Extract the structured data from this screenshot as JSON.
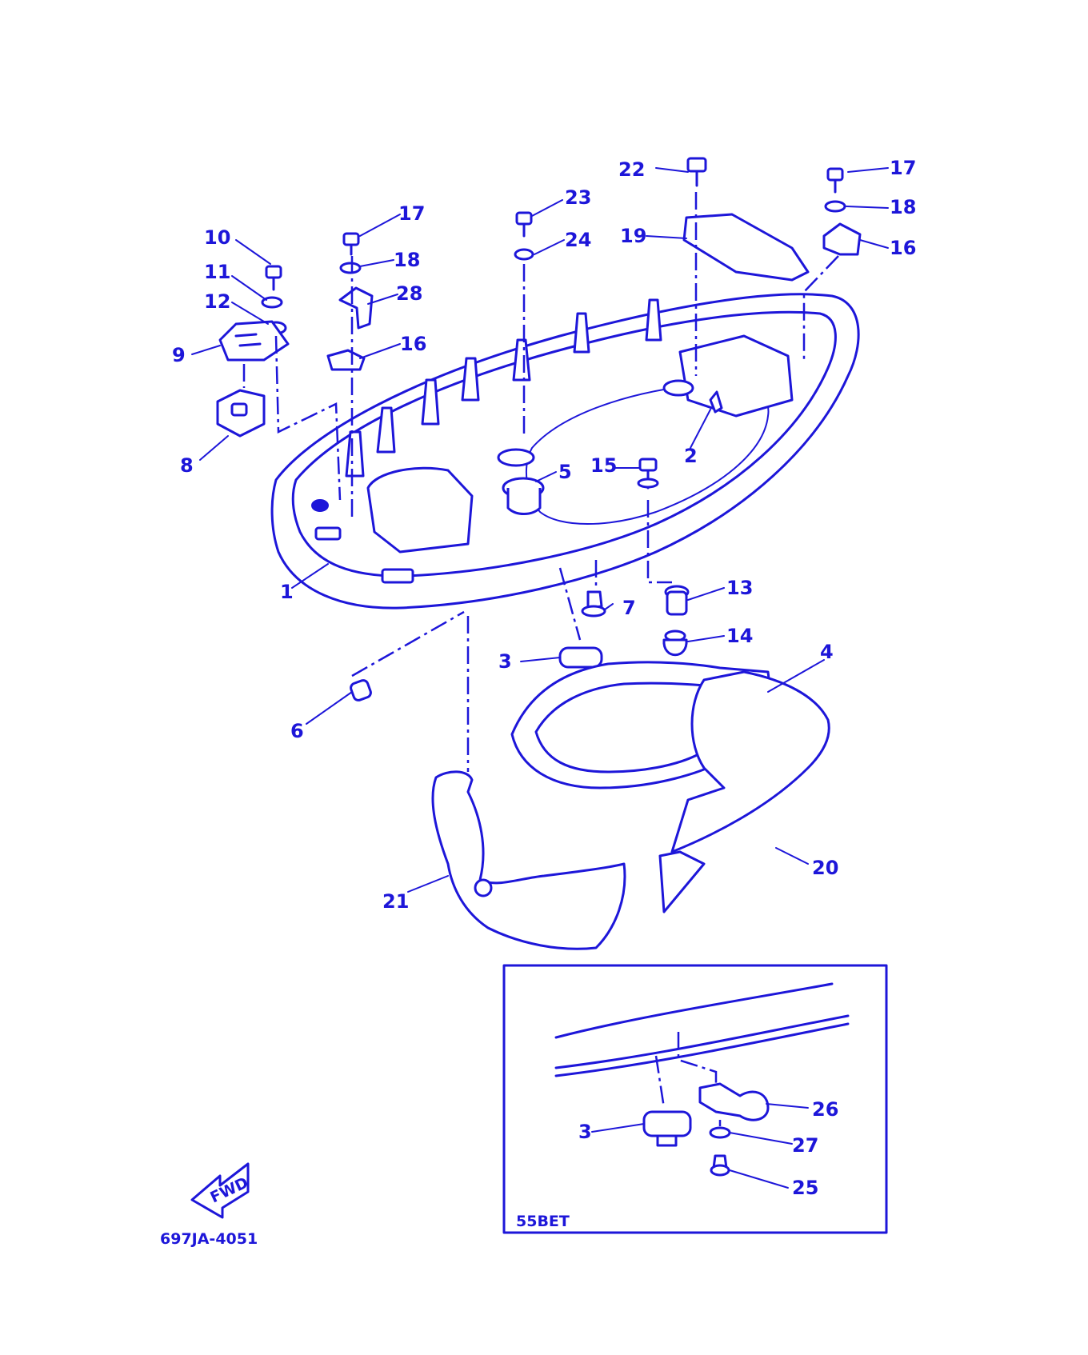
{
  "diagram_id": "697JA-4051",
  "inset_label": "55BET",
  "fwd_label": "FWD",
  "callouts": {
    "c1": "1",
    "c2": "2",
    "c3": "3",
    "c3b": "3",
    "c4": "4",
    "c5": "5",
    "c6": "6",
    "c7": "7",
    "c8": "8",
    "c9": "9",
    "c10": "10",
    "c11": "11",
    "c12": "12",
    "c13": "13",
    "c14": "14",
    "c15": "15",
    "c16a": "16",
    "c16b": "16",
    "c17a": "17",
    "c17b": "17",
    "c18a": "18",
    "c18b": "18",
    "c19": "19",
    "c20": "20",
    "c21": "21",
    "c22": "22",
    "c23": "23",
    "c24": "24",
    "c25": "25",
    "c26": "26",
    "c27": "27",
    "c28": "28"
  },
  "colors": {
    "ink": "#1d16d9",
    "background": "#ffffff"
  }
}
